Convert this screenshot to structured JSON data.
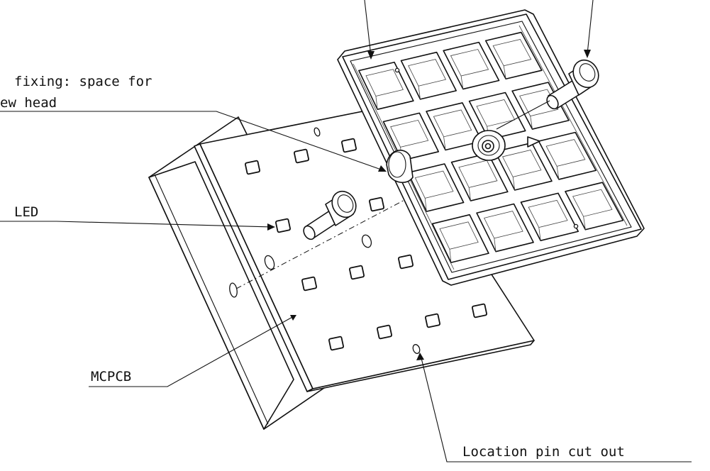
{
  "labels": {
    "screw_fixing_line1": "fixing: space for",
    "screw_fixing_line2": "ew head",
    "led": "LED",
    "mcpcb": "MCPCB",
    "location_pin": "Location pin cut out"
  }
}
